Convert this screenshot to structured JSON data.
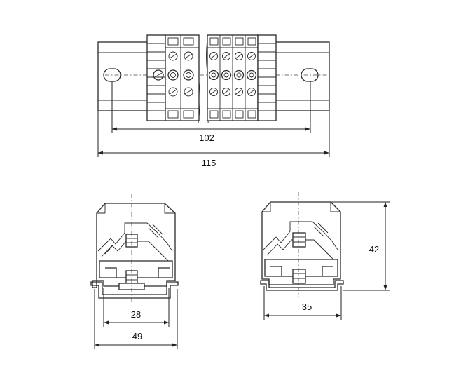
{
  "dimensions": {
    "top_inner": "102",
    "top_overall": "115",
    "left_inner": "28",
    "left_overall": "49",
    "right_width": "35",
    "right_height": "42"
  }
}
